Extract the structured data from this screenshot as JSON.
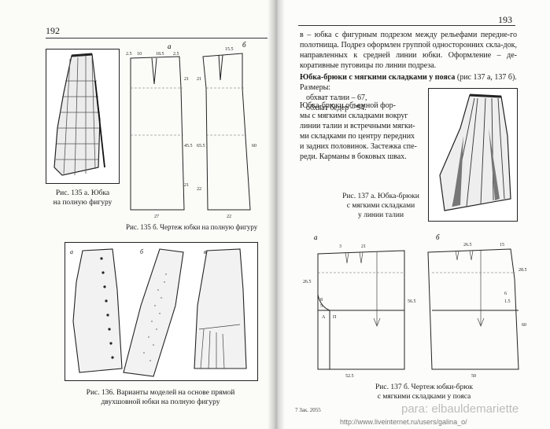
{
  "left_page": {
    "page_number": "192",
    "fig135a_caption_line1": "Рис. 135 а. Юбка",
    "fig135a_caption_line2": "на полную фигуру",
    "fig135b_caption": "Рис. 135 б. Чертеж юбки на полную фигуру",
    "fig136_caption_line1": "Рис. 136. Варианты моделей на основе прямой",
    "fig136_caption_line2": "двухшовной юбки на полную фигуру",
    "drawing_135": {
      "label_a": "а",
      "label_b": "б",
      "dims": [
        "2.5",
        "10",
        "18.5",
        "2.5",
        "21",
        "45.5",
        "21",
        "27",
        "15.5",
        "21",
        "65.5",
        "60",
        "22",
        "22"
      ]
    },
    "fig136_labels": [
      "а",
      "б",
      "в"
    ]
  },
  "right_page": {
    "page_number": "193",
    "text_para1": "в – юбка с фигурным подрезом между рельефами передне-го полотнища. Подрез оформлен группой односторонних скла-док, направленных к средней линии юбки. Оформление – де-коративные пуговицы по линии подреза.",
    "text_heading": "Юбка-брюки с мягкими складками у пояса",
    "text_heading_ref": " (рис 137 а, 137 б).",
    "text_sizes_label": "Размеры:",
    "text_waist": "обхват талии – 67,",
    "text_hips": "обхват бедер – 94.",
    "text_desc_line1": "Юбка-брюки объемной фор-",
    "text_desc_line2": "мы с мягкими складками вокруг",
    "text_desc_line3": "линии талии и встречными мягки-",
    "text_desc_line4": "ми складками по центру передних",
    "text_desc_line5": "и задних половинок. Застежка спе-",
    "text_desc_line6": "реди. Карманы в боковых швах.",
    "fig137a_caption_line1": "Рис. 137 а. Юбка-брюки",
    "fig137a_caption_line2": "с мягкими складками",
    "fig137a_caption_line3": "у линии талии",
    "fig137b_caption_line1": "Рис. 137 б. Чертеж юбки-брюк",
    "fig137b_caption_line2": "с мягкими складками у пояса",
    "footnote": "7 Зак. 2055",
    "drawing_137": {
      "label_a": "а",
      "label_b": "б",
      "dims": [
        "26.5",
        "3",
        "21",
        "56.5",
        "8",
        "5",
        "А",
        "П",
        "52.5",
        "26.5",
        "15",
        "28.5",
        "6",
        "1.5",
        "60",
        "50"
      ]
    }
  },
  "watermark": {
    "source_text": "para: elbauldemariette",
    "url": "http://www.liveinternet.ru/users/galina_o/"
  },
  "colors": {
    "paper": "#fbfbf8",
    "ink": "#1a1a1a",
    "watermark": "#bdbdbd"
  }
}
